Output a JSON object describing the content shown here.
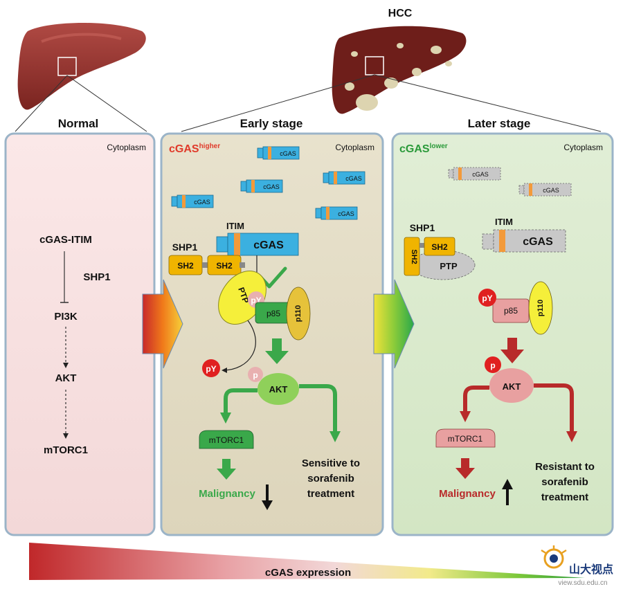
{
  "hcc_title": "HCC",
  "panels": {
    "normal": {
      "title": "Normal",
      "cytoplasm": "Cytoplasm",
      "pathway": {
        "cgas_itim": "cGAS-ITIM",
        "shp1": "SHP1",
        "pi3k": "PI3K",
        "akt": "AKT",
        "mtorc1": "mTORC1"
      }
    },
    "early": {
      "title": "Early stage",
      "cytoplasm": "Cytoplasm",
      "cgas_main": "cGAS",
      "cgas_sup": "higher",
      "cgas_label": "cGAS",
      "itim": "ITIM",
      "shp1": "SHP1",
      "sh2": "SH2",
      "ptp": "PTP",
      "py": "pY",
      "p": "p",
      "p85": "p85",
      "p110": "p110",
      "akt": "AKT",
      "mtorc1": "mTORC1",
      "malignancy": "Malignancy",
      "outcome": [
        "Sensitive to",
        "sorafenib",
        "treatment"
      ]
    },
    "later": {
      "title": "Later stage",
      "cytoplasm": "Cytoplasm",
      "cgas_main": "cGAS",
      "cgas_sup": "lower",
      "cgas_label": "cGAS",
      "itim": "ITIM",
      "shp1": "SHP1",
      "sh2": "SH2",
      "ptp": "PTP",
      "py": "pY",
      "p": "p",
      "p85": "p85",
      "p110": "p110",
      "akt": "AKT",
      "mtorc1": "mTORC1",
      "malignancy": "Malignancy",
      "outcome": [
        "Resistant to",
        "sorafenib",
        "treatment"
      ]
    }
  },
  "expression_label": "cGAS expression",
  "watermark": {
    "text": "山大视点",
    "url": "view.sdu.edu.cn"
  },
  "colors": {
    "normal_bg": "#f5dfdf",
    "early_bg": "#e3dcc5",
    "later_bg": "#d9e8cd",
    "cgas_blue": "#3bb0e0",
    "cgas_orange": "#f39a3a",
    "cgas_gray": "#c8c8c8",
    "sh2": "#f0b400",
    "ptp_yellow": "#f5ef3a",
    "p85_green": "#3aa84a",
    "p110": "#e6c23a",
    "akt_green": "#8fd05a",
    "akt_pink": "#e8a0a0",
    "arrow_green": "#3aa84a",
    "arrow_red": "#b82a2a",
    "py_red": "#e02020",
    "liver": "#8c2f2a"
  }
}
